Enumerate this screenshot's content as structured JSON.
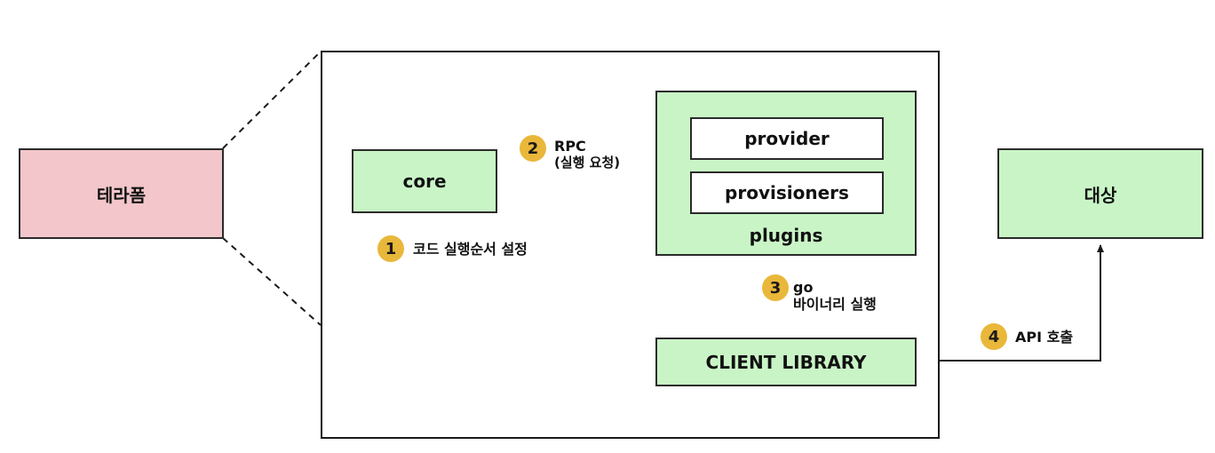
{
  "nodes": {
    "terraform": "테라폼",
    "core": "core",
    "provider": "provider",
    "provisioners": "provisioners",
    "plugins": "plugins",
    "client_library": "CLIENT LIBRARY",
    "target": "대상"
  },
  "steps": [
    {
      "number": "1",
      "text": "코드 실행순서 설정"
    },
    {
      "number": "2",
      "line1": "RPC",
      "line2": "(실행 요청)"
    },
    {
      "number": "3",
      "line1": "go",
      "line2": "바이너리 실행"
    },
    {
      "number": "4",
      "text": "API 호출"
    }
  ],
  "colors": {
    "node_fill": "#c9f5c6",
    "terraform_fill": "#f2c6ca",
    "badge_fill": "#e9b73a",
    "stroke": "#1a1a1a"
  }
}
